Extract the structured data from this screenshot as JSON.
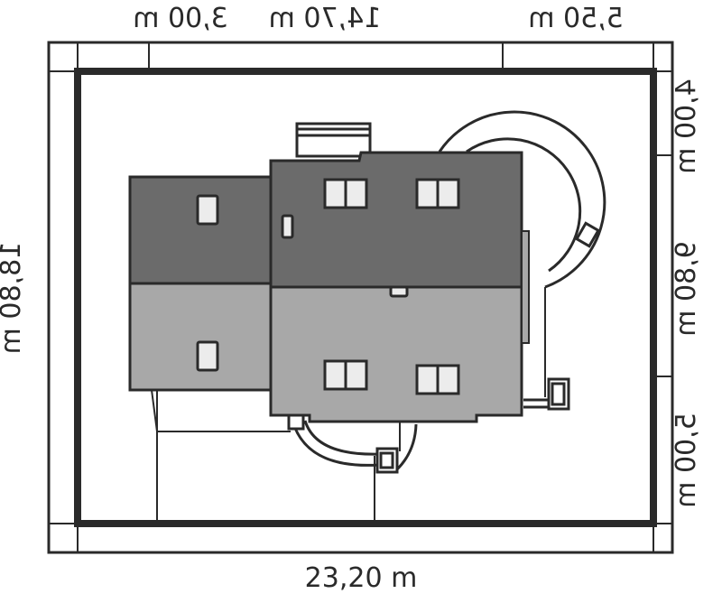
{
  "plot": {
    "dimensions": {
      "top": [
        "3,00 m",
        "14,70 m",
        "5,50 m"
      ],
      "bottom": "23,20 m",
      "left": "18,80 m",
      "right": [
        "4,00 m",
        "9,80 m",
        "5,00 m"
      ]
    },
    "colors": {
      "outline": "#2a2a2a",
      "roof_dark": "#6b6b6b",
      "roof_light": "#a8a8a8",
      "window": "#ececec"
    }
  }
}
